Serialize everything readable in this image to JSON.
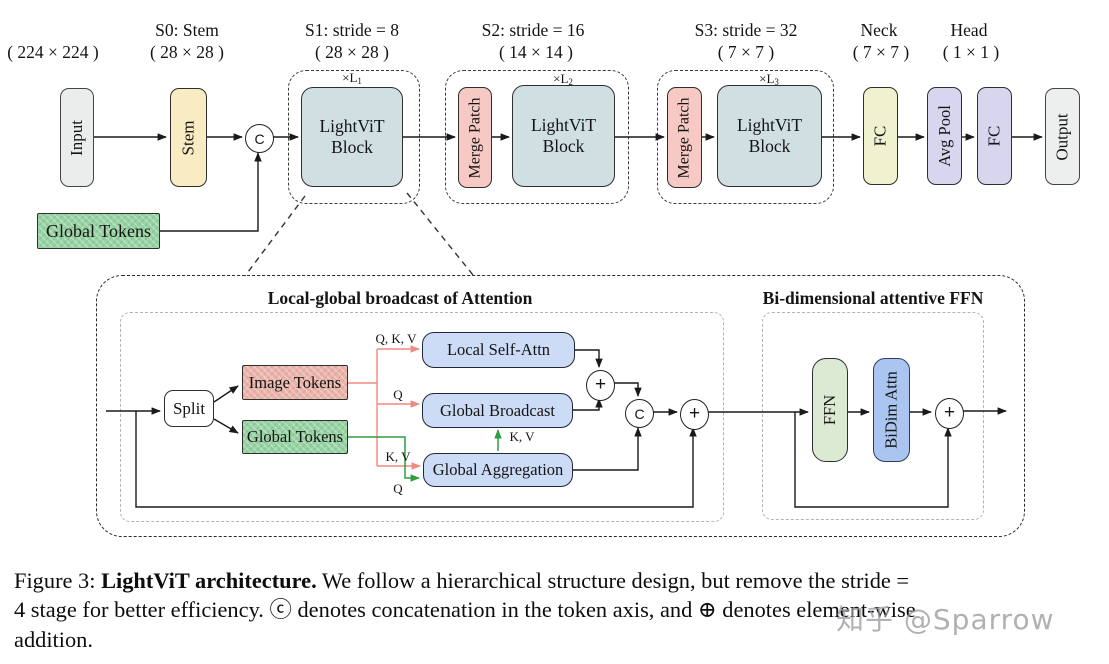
{
  "pipeline": {
    "input_size_label": "( 224 × 224 )",
    "s0_title": "S0: Stem",
    "s0_size": "( 28 × 28 )",
    "s1_title": "S1: stride = 8",
    "s1_size": "( 28 × 28 )",
    "s2_title": "S2: stride = 16",
    "s2_size": "( 14 × 14 )",
    "s3_title": "S3: stride = 32",
    "s3_size": "( 7 × 7 )",
    "neck_title": "Neck",
    "neck_size": "( 7 × 7 )",
    "head_title": "Head",
    "head_size": "( 1 × 1 )",
    "s1_mult": {
      "base": "×L",
      "sub": "1"
    },
    "s2_mult": {
      "base": "×L",
      "sub": "2"
    },
    "s3_mult": {
      "base": "×L",
      "sub": "3"
    },
    "input_label": "Input",
    "stem_label": "Stem",
    "concat_label": "C",
    "lightvit_line1": "LightViT",
    "lightvit_line2": "Block",
    "merge_patch_label": "Merge Patch",
    "fc_label": "FC",
    "avg_pool_label": "Avg Pool",
    "output_label": "Output",
    "global_tokens_label": "Global Tokens"
  },
  "detail": {
    "attention_title": "Local-global broadcast of Attention",
    "ffn_title": "Bi-dimensional attentive FFN",
    "split_label": "Split",
    "image_tokens_label": "Image Tokens",
    "global_tokens_label": "Global Tokens",
    "local_self_attn_label": "Local Self-Attn",
    "global_broadcast_label": "Global Broadcast",
    "global_aggregation_label": "Global Aggregation",
    "ffn_label": "FFN",
    "bidim_attn_label": "BiDim Attn",
    "plus_label": "+",
    "concat_label": "C",
    "edge_labels": {
      "qkv": "Q, K, V",
      "q_to_broadcast": "Q",
      "kv_to_aggregation": "K, V",
      "q_to_aggregation": "Q",
      "kv_to_broadcast": "K, V"
    }
  },
  "caption": {
    "line1_prefix": "Figure 3: ",
    "line1_bold": "LightViT architecture.",
    "line1_rest": " We follow a hierarchical structure design, but remove the stride =",
    "line2": "4 stage for better efficiency. ⓒ denotes concatenation in the token axis, and ⊕ denotes element-wise",
    "line3": "addition."
  },
  "watermark": "知乎 @Sparrow",
  "colors": {
    "input_fill": "#ebedec",
    "stem_fill": "#f9ecc2",
    "lightvit_fill": "#cfdfe2",
    "merge_patch_fill": "#f6c9c5",
    "fc_neck_fill": "#eff1cf",
    "head_fill": "#d8d5ef",
    "output_fill": "#edefee",
    "global_tokens_fill": "#98d3a3",
    "image_tokens_fill": "#eab4ab",
    "attention_fill": "#ccdcf6",
    "ffn_fill": "#dcead4",
    "bidim_fill": "#aac5f0",
    "red_edge": "#ef8a80",
    "green_edge": "#2e9e3e"
  }
}
